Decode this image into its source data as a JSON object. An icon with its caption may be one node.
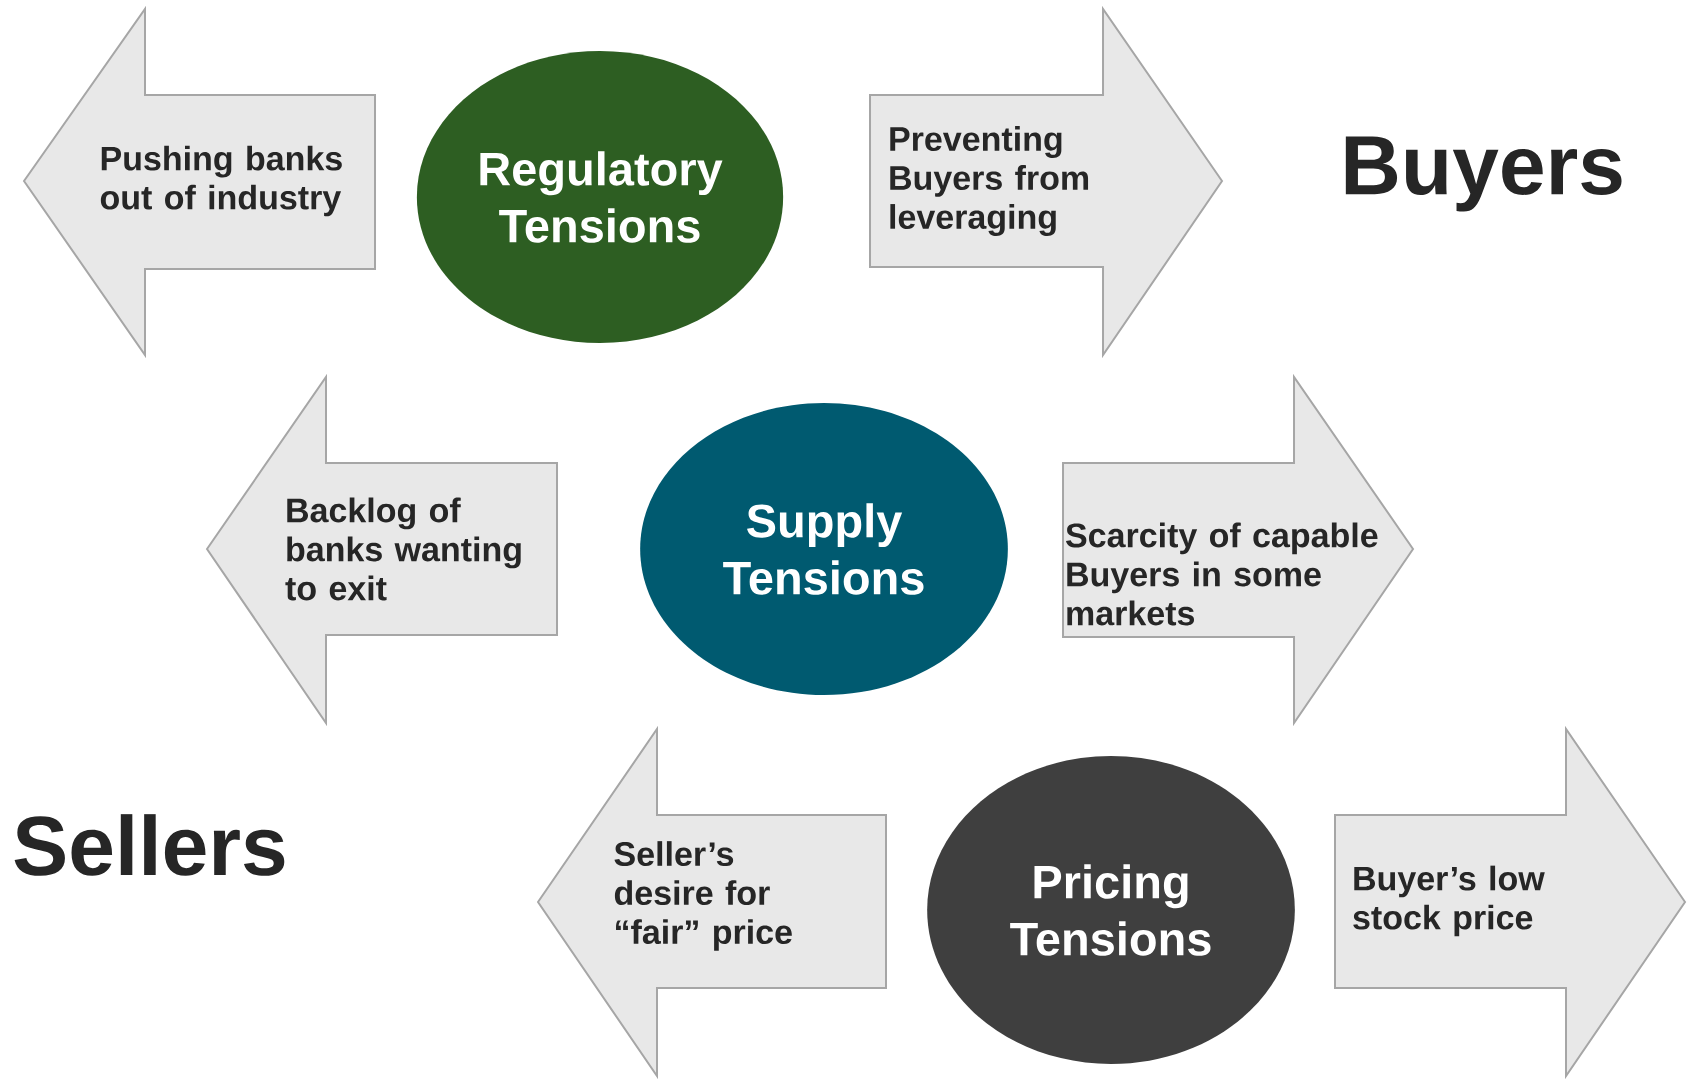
{
  "diagram": {
    "nodes": [
      {
        "text": [
          "Pushing banks out of industry"
        ]
      },
      {
        "text": [
          "Regulatory Tensions"
        ]
      },
      {
        "text": [
          "Preventing Buyers from leveraging"
        ]
      },
      {
        "text": [
          "Backlog of banks wanting to exit"
        ]
      },
      {
        "text": [
          "Supply Tensions"
        ]
      },
      {
        "text": [
          "Scarcity of capable Buyers in some markets"
        ]
      },
      {
        "text": [
          "Seller’s desire for “fair” price"
        ]
      },
      {
        "text": [
          "Pricing Tensions"
        ]
      },
      {
        "text": [
          "Buyer’s low stock price"
        ]
      }
    ],
    "labels": [
      "Buyers",
      "Sellers"
    ]
  }
}
